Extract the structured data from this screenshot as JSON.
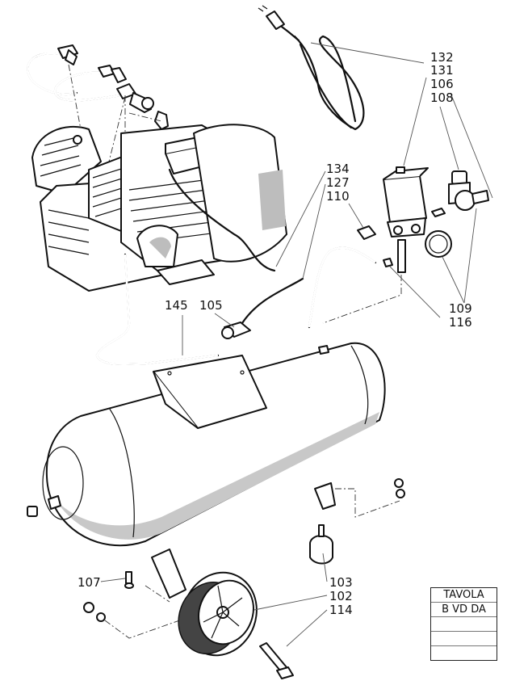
{
  "diagram": {
    "subject": "air-compressor-exploded-view",
    "callouts": [
      {
        "id": "c132",
        "text": "132"
      },
      {
        "id": "c131",
        "text": "131"
      },
      {
        "id": "c106",
        "text": "106"
      },
      {
        "id": "c108",
        "text": "108"
      },
      {
        "id": "c134",
        "text": "134"
      },
      {
        "id": "c127",
        "text": "127"
      },
      {
        "id": "c110",
        "text": "110"
      },
      {
        "id": "c145",
        "text": "145"
      },
      {
        "id": "c105",
        "text": "105"
      },
      {
        "id": "c109",
        "text": "109"
      },
      {
        "id": "c116",
        "text": "116"
      },
      {
        "id": "c107",
        "text": "107"
      },
      {
        "id": "c103",
        "text": "103"
      },
      {
        "id": "c102",
        "text": "102"
      },
      {
        "id": "c114",
        "text": "114"
      }
    ],
    "title_block": {
      "rows": [
        "TAVOLA",
        "B VD DA",
        "",
        "",
        ""
      ]
    }
  }
}
